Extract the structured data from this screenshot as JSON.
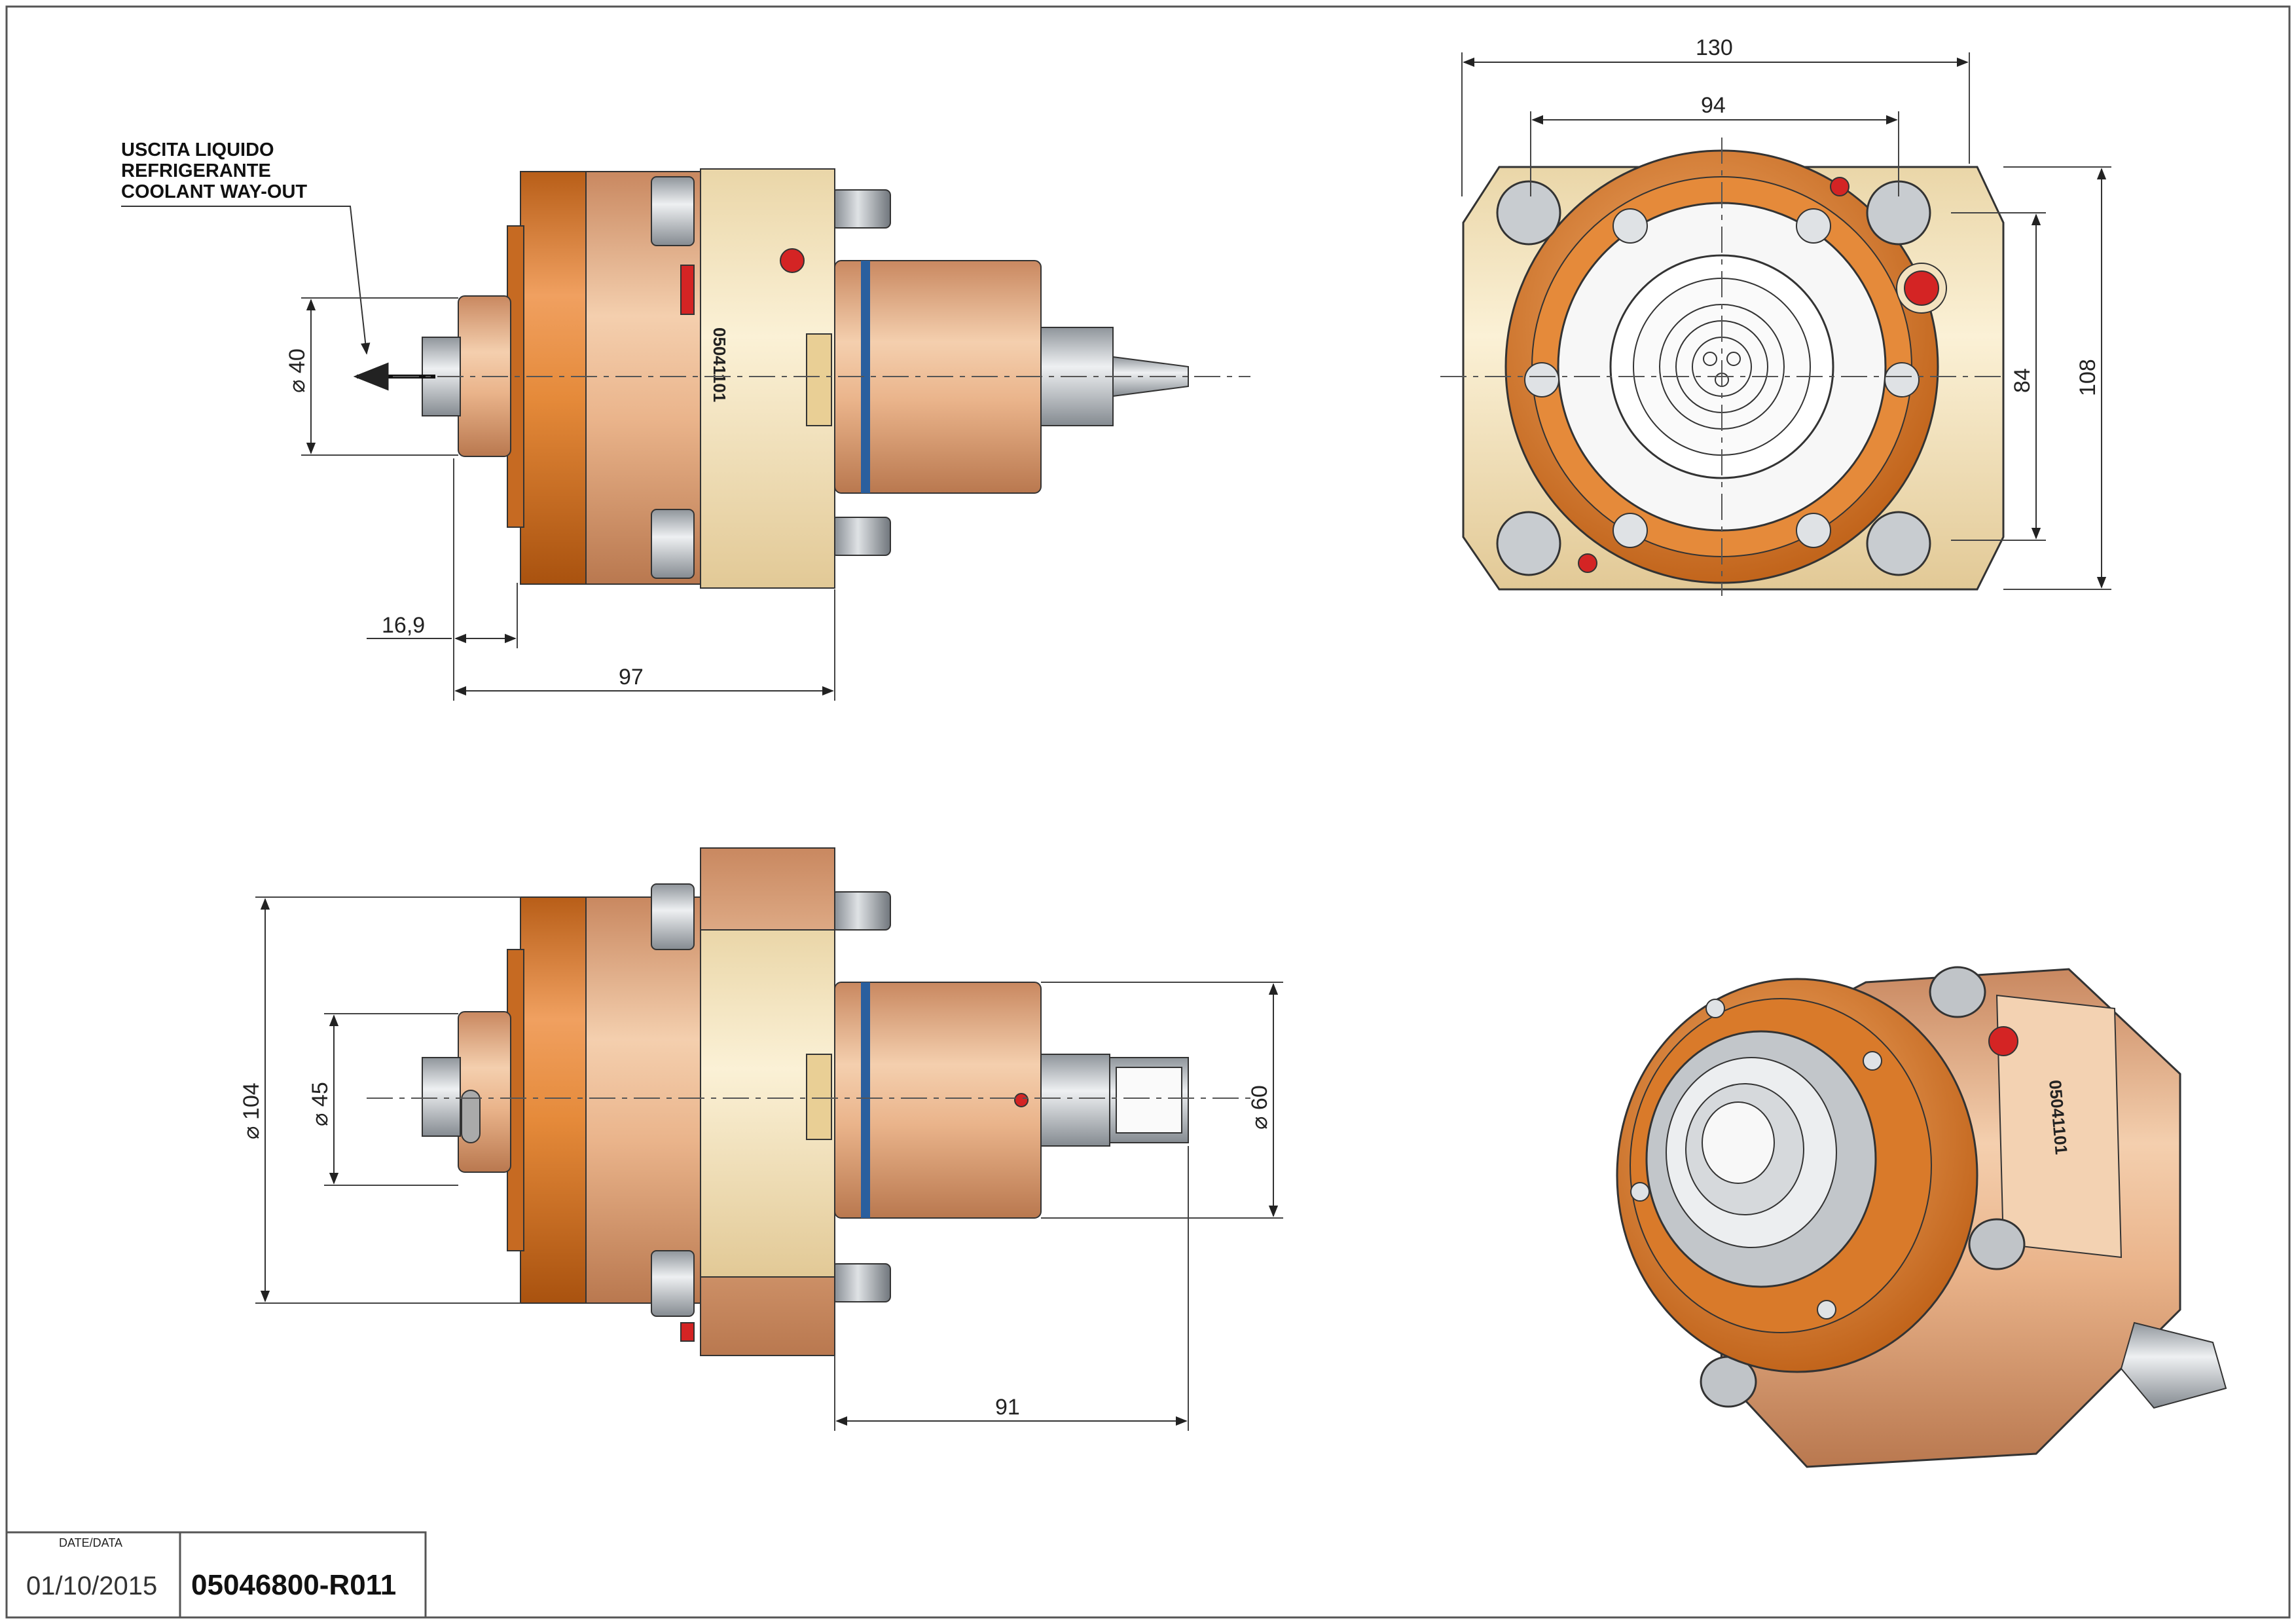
{
  "notes": {
    "coolant_line1": "USCITA LIQUIDO",
    "coolant_line2": "REFRIGERANTE",
    "coolant_line3": "COOLANT WAY-OUT"
  },
  "dimensions": {
    "side_diameter": "⌀ 40",
    "side_offset": "16,9",
    "side_length": "97",
    "front_width": "130",
    "front_bolt_span": "94",
    "front_inner_height": "84",
    "front_height": "108",
    "bottom_flange_diameter": "⌀ 104",
    "bottom_nose_diameter": "⌀ 45",
    "bottom_body_diameter": "⌀ 60",
    "bottom_length": "91"
  },
  "part_marking": "05041101",
  "title_block": {
    "date_label": "DATE/DATA",
    "date_value": "01/10/2015",
    "drawing_number": "05046800-R011"
  },
  "colors": {
    "orange": "#d97a2a",
    "cream": "#f3e2bf",
    "copper": "#e4ad82",
    "steel": "#b9bec4",
    "red": "#d42424",
    "blue_ring": "#2a5f9e"
  }
}
